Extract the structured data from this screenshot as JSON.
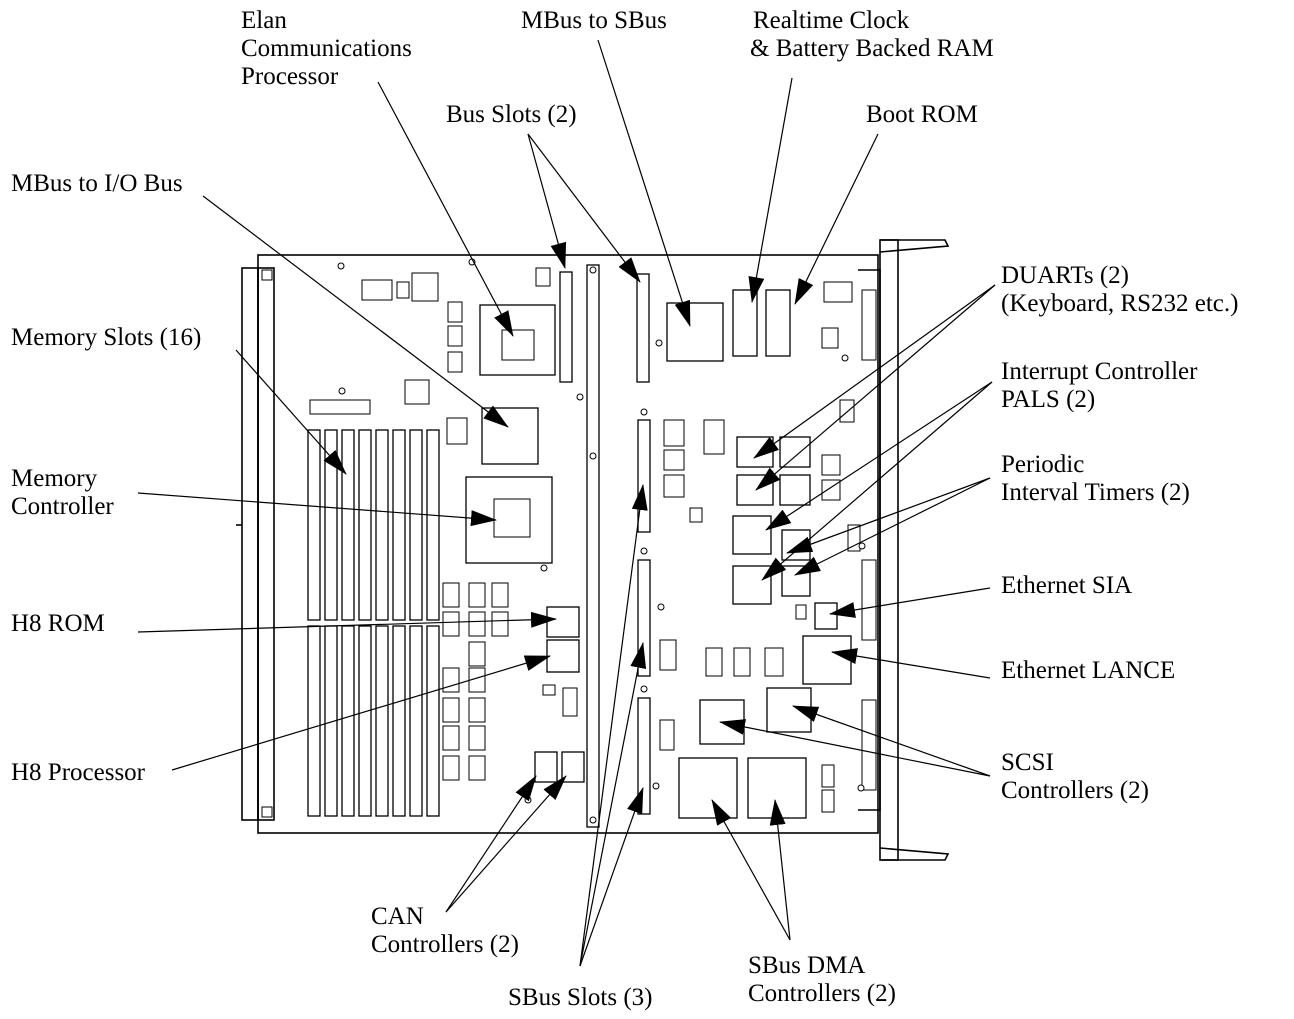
{
  "labels": {
    "elan": [
      "Elan",
      "Communications",
      "Processor"
    ],
    "mbus_sbus": "MBus to SBus",
    "rtc": [
      "Realtime Clock",
      "& Battery Backed RAM"
    ],
    "bus_slots": "Bus Slots (2)",
    "boot_rom": "Boot ROM",
    "mbus_io": "MBus to I/O Bus",
    "duarts": [
      "DUARTs (2)",
      "(Keyboard, RS232 etc.)"
    ],
    "memory_slots": "Memory Slots (16)",
    "interrupt": [
      "Interrupt Controller",
      "PALS (2)"
    ],
    "memory_controller": [
      "Memory",
      "Controller"
    ],
    "timers": [
      "Periodic",
      "Interval Timers (2)"
    ],
    "ethernet_sia": "Ethernet SIA",
    "h8_rom": "H8 ROM",
    "ethernet_lance": "Ethernet LANCE",
    "h8_processor": "H8 Processor",
    "scsi": [
      "SCSI",
      "Controllers (2)"
    ],
    "can": [
      "CAN",
      "Controllers (2)"
    ],
    "sbus_dma": [
      "SBus DMA",
      "Controllers (2)"
    ],
    "sbus_slots": "SBus Slots (3)"
  }
}
